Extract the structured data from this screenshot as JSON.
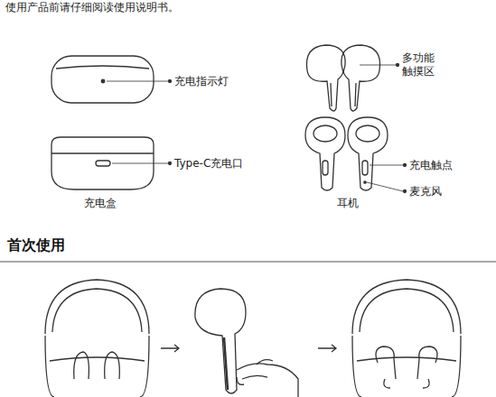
{
  "diagram": {
    "labels": [
      "使用产品前请仔细阅读使用说明书。",
      "充电指示灯",
      "Type-C充电口",
      "充电盒",
      "多功能 触摸区",
      "充电触点",
      "麦克风",
      "耳机",
      "首次使用"
    ]
  }
}
